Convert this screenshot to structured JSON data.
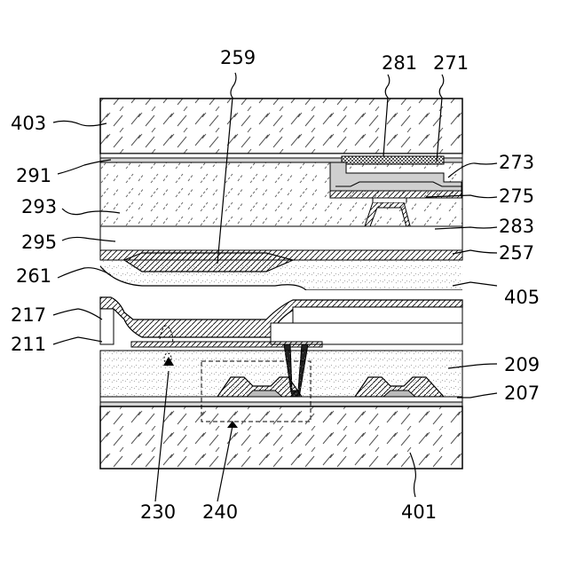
{
  "labels": {
    "l259": "259",
    "l281": "281",
    "l271": "271",
    "l403": "403",
    "l273": "273",
    "l291": "291",
    "l275": "275",
    "l293": "293",
    "l283": "283",
    "l295": "295",
    "l257": "257",
    "l261": "261",
    "l405": "405",
    "l217": "217",
    "l211": "211",
    "l209": "209",
    "l207": "207",
    "l230": "230",
    "l240": "240",
    "l401": "401"
  }
}
